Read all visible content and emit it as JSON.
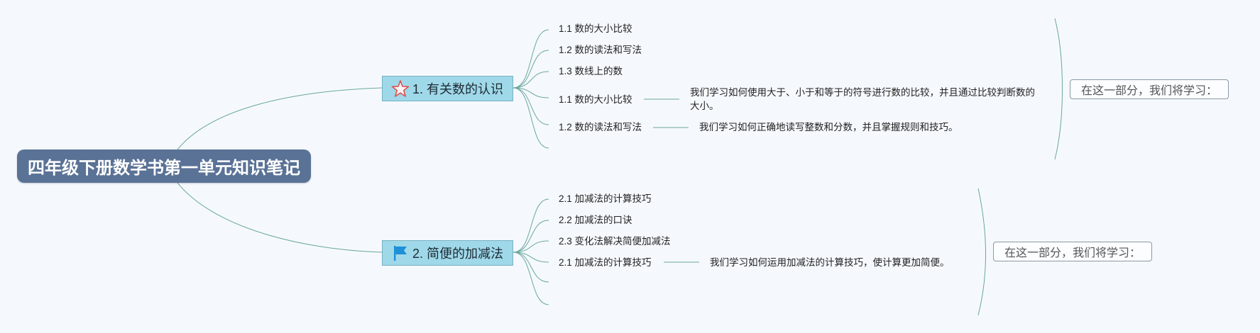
{
  "root": {
    "label": "四年级下册数学书第一单元知识笔记"
  },
  "topics": [
    {
      "label": "1. 有关数的认识",
      "icon": "star-icon",
      "subtopics": [
        "1.1 数的大小比较",
        "1.2 数的读法和写法",
        "1.3 数线上的数",
        "1.1 数的大小比较",
        "1.2 数的读法和写法"
      ],
      "details": [
        {
          "text": "我们学习如何使用大于、小于和等于的符号进行数的比较，并且通过比较判断数的大小。"
        },
        {
          "text": "我们学习如何正确地读写整数和分数，并且掌握规则和技巧。"
        }
      ],
      "summary": "在这一部分，我们将学习："
    },
    {
      "label": "2. 简便的加减法",
      "icon": "flag-icon",
      "subtopics": [
        "2.1 加减法的计算技巧",
        "2.2 加减法的口诀",
        "2.3 变化法解决简便加减法",
        "2.1 加减法的计算技巧"
      ],
      "details": [
        {
          "text": "我们学习如何运用加减法的计算技巧，使计算更加简便。"
        }
      ],
      "summary": "在这一部分，我们将学习："
    }
  ],
  "colors": {
    "background": "#f5f9fe",
    "root_fill": "#5a7296",
    "topic_fill": "#9fd8e9",
    "topic_border": "#78b0c1",
    "branch_line": "#6aa79a",
    "star_stroke": "#d9534f",
    "flag_fill": "#1f8fd6"
  }
}
